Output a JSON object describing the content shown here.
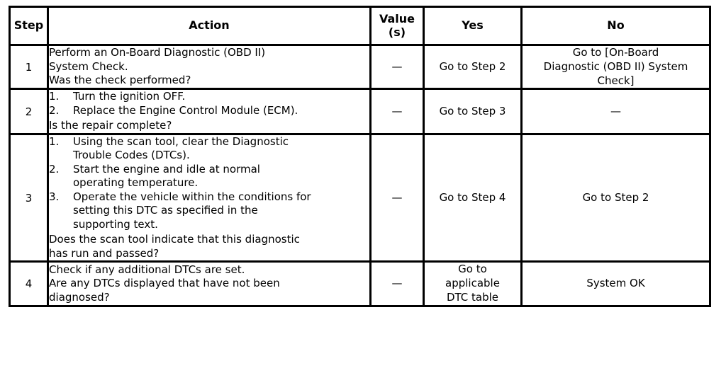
{
  "table": {
    "headers": {
      "step": "Step",
      "action": "Action",
      "value_line1": "Value",
      "value_line2": "(s)",
      "yes": "Yes",
      "no": "No"
    },
    "rows": [
      {
        "step": "1",
        "action": {
          "type": "lines",
          "lines": [
            "Perform an On-Board Diagnostic (OBD II)",
            "System Check.",
            "Was the check performed?"
          ]
        },
        "value": "—",
        "yes": {
          "lines": [
            "Go to Step 2"
          ]
        },
        "no": {
          "lines": [
            "Go to [On-Board",
            "Diagnostic (OBD II) System",
            "Check]"
          ]
        }
      },
      {
        "step": "2",
        "action": {
          "type": "list",
          "items": [
            {
              "num": "1.",
              "lines": [
                "Turn the ignition OFF."
              ]
            },
            {
              "num": "2.",
              "lines": [
                "Replace the Engine Control Module (ECM)."
              ]
            }
          ],
          "tail": [
            "Is the repair complete?"
          ]
        },
        "value": "—",
        "yes": {
          "lines": [
            "Go to Step 3"
          ]
        },
        "no": {
          "lines": [
            "—"
          ]
        }
      },
      {
        "step": "3",
        "action": {
          "type": "list",
          "items": [
            {
              "num": "1.",
              "lines": [
                "Using the scan tool, clear the Diagnostic",
                "Trouble Codes (DTCs)."
              ]
            },
            {
              "num": "2.",
              "lines": [
                "Start the engine and idle at normal",
                "operating temperature."
              ]
            },
            {
              "num": "3.",
              "lines": [
                "Operate the vehicle within the conditions for",
                "setting this DTC as specified in the",
                "supporting text."
              ]
            }
          ],
          "tail": [
            "Does the scan tool indicate that this diagnostic",
            "has run and passed?"
          ]
        },
        "value": "—",
        "yes": {
          "lines": [
            "Go to Step 4"
          ]
        },
        "no": {
          "lines": [
            "Go to Step 2"
          ]
        }
      },
      {
        "step": "4",
        "action": {
          "type": "lines",
          "lines": [
            "Check if any additional DTCs are set.",
            "Are any DTCs displayed that have not been",
            "diagnosed?"
          ]
        },
        "value": "—",
        "yes": {
          "lines": [
            "Go to",
            "applicable",
            "DTC table"
          ]
        },
        "no": {
          "lines": [
            "System OK"
          ]
        }
      }
    ]
  },
  "colors": {
    "border": "#000000",
    "text": "#000000",
    "background": "#ffffff"
  }
}
